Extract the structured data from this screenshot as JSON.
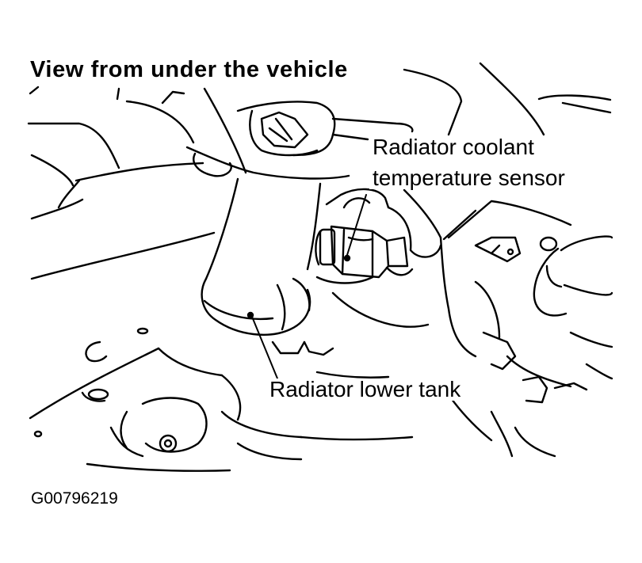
{
  "diagram": {
    "title": "View from under the vehicle",
    "labels": {
      "sensor_line1": "Radiator coolant",
      "sensor_line2": "temperature sensor",
      "lower_tank": "Radiator lower tank"
    },
    "figure_id": "G00796219"
  },
  "colors": {
    "ink": "#000000",
    "paper": "#ffffff"
  }
}
